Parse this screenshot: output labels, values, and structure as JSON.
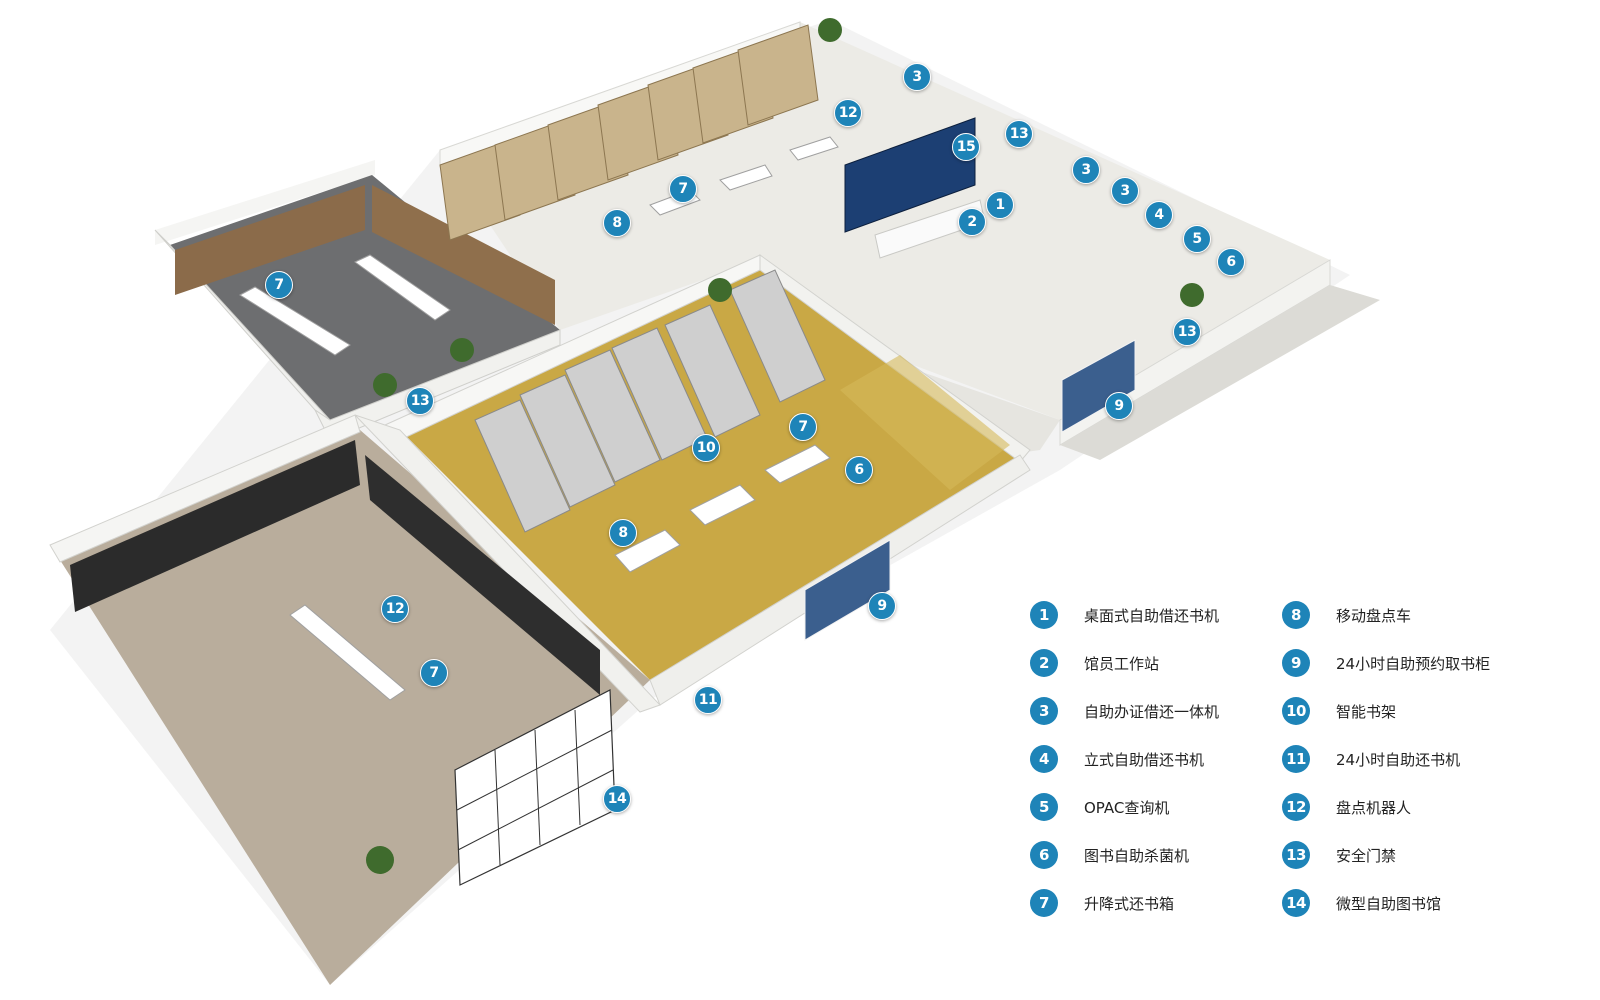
{
  "colors": {
    "marker": "#1e84b8",
    "floor_main": "#ecebe6",
    "floor_yellow": "#c9a845",
    "floor_gray": "#6d6e70",
    "floor_wood": "#b9ad9c",
    "wall": "#f7f7f5",
    "shelf": "#d9c7a2",
    "cabinet": "#3b5f8e"
  },
  "markers": [
    "1",
    "2",
    "3",
    "3",
    "3",
    "4",
    "5",
    "6",
    "6",
    "7",
    "7",
    "7",
    "7",
    "8",
    "8",
    "9",
    "9",
    "10",
    "11",
    "12",
    "12",
    "13",
    "13",
    "13",
    "14",
    "15"
  ],
  "legend": [
    {
      "num": "1",
      "label": "桌面式自助借还书机"
    },
    {
      "num": "2",
      "label": "馆员工作站"
    },
    {
      "num": "3",
      "label": "自助办证借还一体机"
    },
    {
      "num": "4",
      "label": "立式自助借还书机"
    },
    {
      "num": "5",
      "label": "OPAC查询机"
    },
    {
      "num": "6",
      "label": "图书自助杀菌机"
    },
    {
      "num": "7",
      "label": "升降式还书箱"
    },
    {
      "num": "8",
      "label": "移动盘点车"
    },
    {
      "num": "9",
      "label": "24小时自助预约取书柜"
    },
    {
      "num": "10",
      "label": "智能书架"
    },
    {
      "num": "11",
      "label": "24小时自助还书机"
    },
    {
      "num": "12",
      "label": "盘点机器人"
    },
    {
      "num": "13",
      "label": "安全门禁"
    },
    {
      "num": "14",
      "label": "微型自助图书馆"
    }
  ]
}
